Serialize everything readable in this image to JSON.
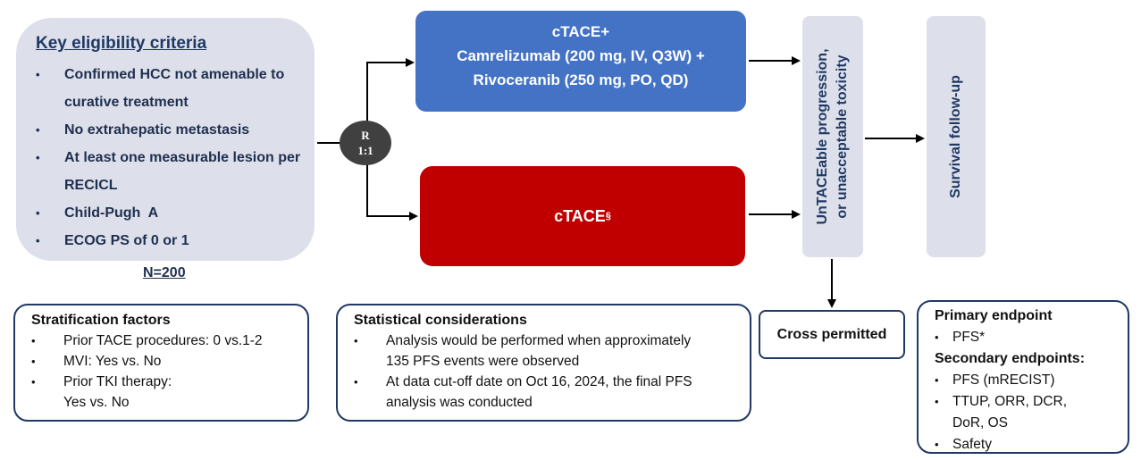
{
  "eligibility": {
    "title": "Key eligibility criteria",
    "items": [
      "Confirmed HCC not amenable to curative treatment",
      "No extrahepatic metastasis",
      "At least one measurable lesion per RECICL",
      "Child-Pugh  A",
      "ECOG PS of 0 or 1"
    ],
    "n": "N=200"
  },
  "randomization": {
    "line1": "R",
    "line2": "1:1"
  },
  "arm_experimental": {
    "line1": "cTACE+",
    "line2": "Camrelizumab (200 mg, IV, Q3W) +",
    "line3": "Rivoceranib (250 mg, PO, QD)"
  },
  "arm_control": {
    "label": "cTACE",
    "superscript": "§"
  },
  "progression": {
    "line1": "UnTACEable progression,",
    "line2": "or unacceptable toxicity"
  },
  "survival": "Survival follow-up",
  "crossover": "Cross permitted",
  "stratification": {
    "title": "Stratification factors",
    "items": [
      "Prior TACE procedures: 0 vs.1-2",
      "MVI: Yes vs. No",
      "Prior TKI therapy:"
    ],
    "continuation": "Yes vs. No"
  },
  "statistics": {
    "title": "Statistical considerations",
    "items": [
      {
        "l1": "Analysis would be performed when approximately",
        "l2": "135 PFS events were observed"
      },
      {
        "l1": "At data cut-off date on Oct 16, 2024, the final PFS",
        "l2": "analysis was conducted"
      }
    ]
  },
  "endpoints": {
    "primary_title": "Primary endpoint",
    "primary": "PFS*",
    "secondary_title": "Secondary endpoints:",
    "secondary": [
      "PFS (mRECIST)",
      "TTUP, ORR, DCR,",
      "Safety"
    ],
    "secondary_cont": "DoR, OS"
  },
  "colors": {
    "accent_blue": "#4472c4",
    "accent_red": "#c00000",
    "panel_bg": "#dde0ea",
    "text_navy": "#1f3864"
  },
  "icons": {
    "bullet": "•"
  }
}
